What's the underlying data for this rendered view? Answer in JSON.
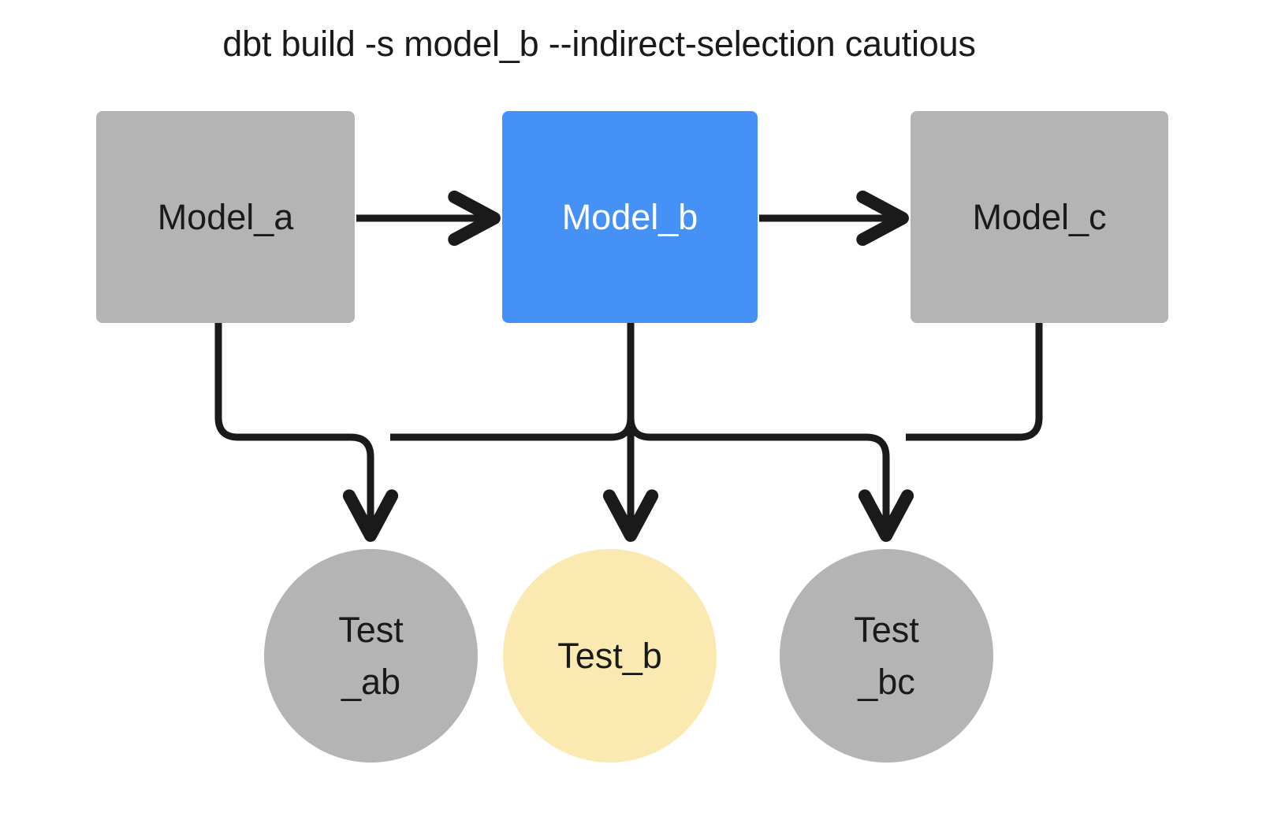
{
  "diagram": {
    "title": "dbt build -s model_b --indirect-selection cautious",
    "background": "#ffffff",
    "colors": {
      "gray_node": "#b4b4b4",
      "selected_blue": "#4691f6",
      "indirect_yellow": "#fae9b0",
      "edge": "#1a1a1a",
      "text_dark": "#1a1a1a",
      "text_light": "#ffffff"
    },
    "models": [
      {
        "id": "model_a",
        "label": "Model_a",
        "shape": "rectangle",
        "fill": "#b4b4b4",
        "text_color": "#1a1a1a"
      },
      {
        "id": "model_b",
        "label": "Model_b",
        "shape": "rectangle",
        "fill": "#4691f6",
        "text_color": "#ffffff"
      },
      {
        "id": "model_c",
        "label": "Model_c",
        "shape": "rectangle",
        "fill": "#b4b4b4",
        "text_color": "#1a1a1a"
      }
    ],
    "tests": [
      {
        "id": "test_ab",
        "line1": "Test",
        "line2": "_ab",
        "shape": "circle",
        "fill": "#b4b4b4",
        "text_color": "#1a1a1a"
      },
      {
        "id": "test_b",
        "line1": "Test_b",
        "line2": "",
        "shape": "circle",
        "fill": "#fae9b0",
        "text_color": "#1a1a1a"
      },
      {
        "id": "test_bc",
        "line1": "Test",
        "line2": "_bc",
        "shape": "circle",
        "fill": "#b4b4b4",
        "text_color": "#1a1a1a"
      }
    ],
    "edges": [
      {
        "from": "model_a",
        "to": "model_b",
        "style": "arrow"
      },
      {
        "from": "model_b",
        "to": "model_c",
        "style": "arrow"
      },
      {
        "from": "model_a",
        "to": "test_ab",
        "style": "arrow"
      },
      {
        "from": "model_b",
        "to": "test_ab",
        "style": "arrow"
      },
      {
        "from": "model_b",
        "to": "test_b",
        "style": "arrow"
      },
      {
        "from": "model_b",
        "to": "test_bc",
        "style": "arrow"
      },
      {
        "from": "model_c",
        "to": "test_bc",
        "style": "arrow"
      }
    ]
  }
}
